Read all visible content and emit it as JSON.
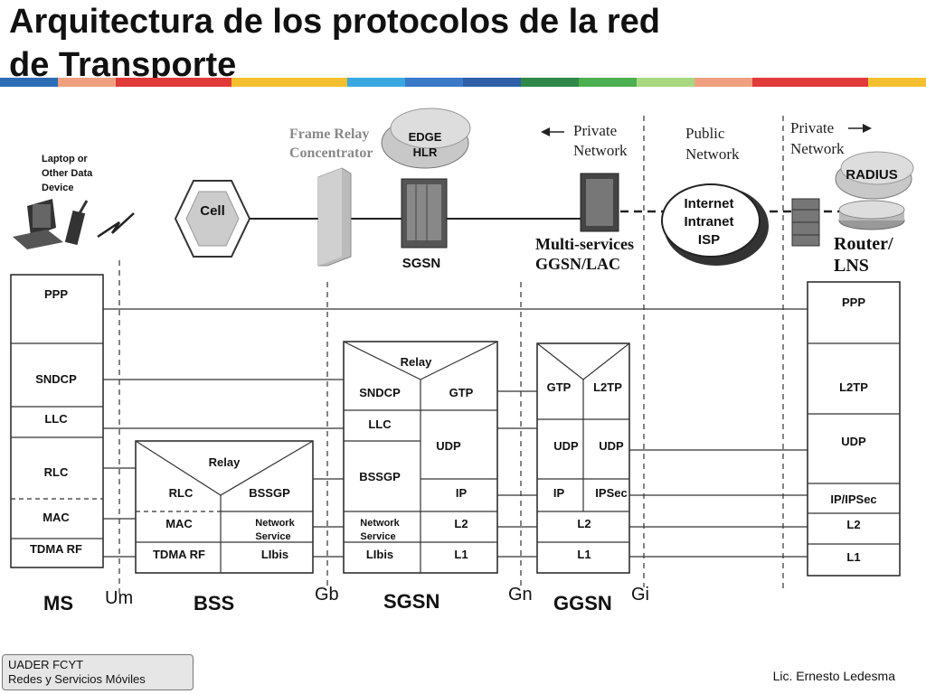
{
  "title_line1": "Arquitectura de los protocolos de la red",
  "title_line2": "de Transporte",
  "colorbar": [
    "#2d6db5",
    "#f0a080",
    "#e03a3a",
    "#e03a3a",
    "#f4c030",
    "#f4c030",
    "#3aa8e0",
    "#3a78c8",
    "#2d5fa8",
    "#2f8a4a",
    "#4caf50",
    "#a8d880",
    "#f0a080",
    "#e03a3a",
    "#e03a3a",
    "#f4c030"
  ],
  "top": {
    "laptop_label": [
      "Laptop or",
      "Other Data",
      "Device"
    ],
    "cell": "Cell",
    "frame_relay": [
      "Frame Relay",
      "Concentrator"
    ],
    "edge_hlr": [
      "EDGE",
      "HLR"
    ],
    "sgsn": "SGSN",
    "private_left": [
      "Private",
      "Network"
    ],
    "multiservices": [
      "Multi-services",
      "GGSN/LAC"
    ],
    "public": [
      "Public",
      "Network"
    ],
    "cloud": [
      "Internet",
      "Intranet",
      "ISP"
    ],
    "private_right": [
      "Private",
      "Network"
    ],
    "radius": "RADIUS",
    "router": [
      "Router/",
      "LNS"
    ]
  },
  "ms": {
    "ppp": "PPP",
    "sndcp": "SNDCP",
    "llc": "LLC",
    "rlc": "RLC",
    "mac": "MAC",
    "tdma": "TDMA RF"
  },
  "bss": {
    "relay": "Relay",
    "rlc": "RLC",
    "bssgp": "BSSGP",
    "mac": "MAC",
    "ns1": "Network",
    "ns2": "Service",
    "tdma": "TDMA RF",
    "l1bis": "LIbis"
  },
  "sgsn_stack": {
    "relay": "Relay",
    "sndcp": "SNDCP",
    "gtp": "GTP",
    "llc": "LLC",
    "udp": "UDP",
    "bssgp": "BSSGP",
    "ip": "IP",
    "ns1": "Network",
    "ns2": "Service",
    "l2": "L2",
    "l1bis": "LIbis",
    "l1": "L1"
  },
  "ggsn": {
    "gtp": "GTP",
    "l2tp": "L2TP",
    "udp1": "UDP",
    "udp2": "UDP",
    "ip": "IP",
    "ipsec": "IPSec",
    "l2": "L2",
    "l1": "L1"
  },
  "lns": {
    "ppp": "PPP",
    "l2tp": "L2TP",
    "udp": "UDP",
    "ipipsec": "IP/IPSec",
    "l2": "L2",
    "l1": "L1"
  },
  "bottom": {
    "ms": "MS",
    "um": "Um",
    "bss": "BSS",
    "gb": "Gb",
    "sgsn": "SGSN",
    "gn": "Gn",
    "ggsn": "GGSN",
    "gi": "Gi"
  },
  "footer": {
    "line1": "UADER FCYT",
    "line2": "Redes y Servicios Móviles",
    "author": "Lic. Ernesto Ledesma"
  }
}
